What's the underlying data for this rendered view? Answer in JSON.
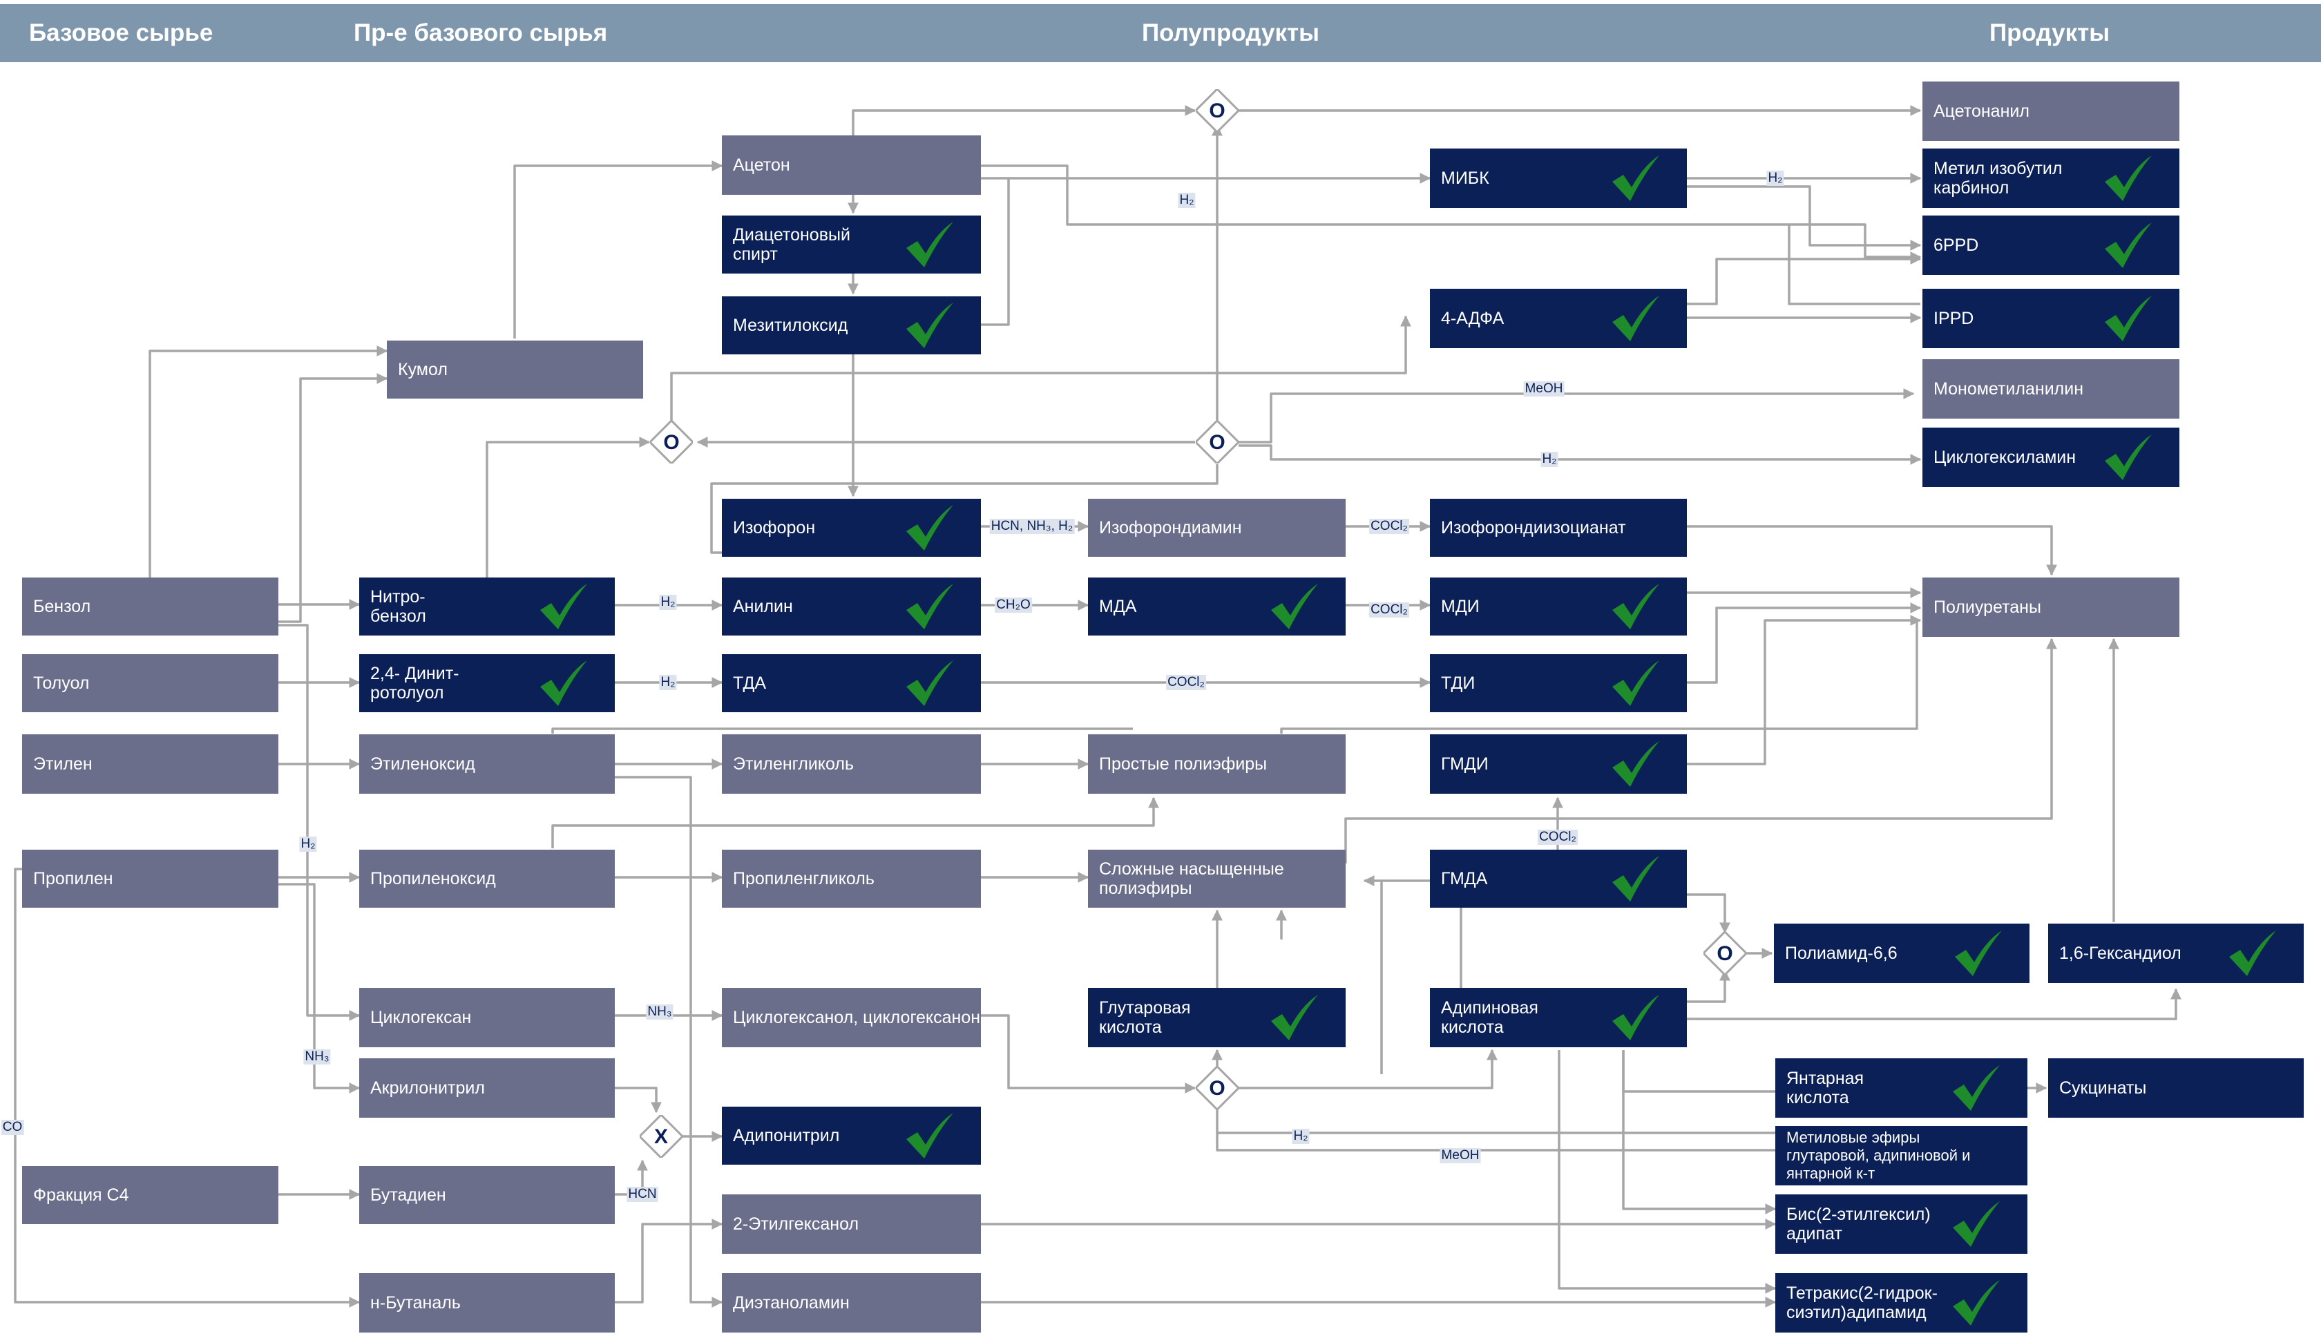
{
  "header": {
    "columns": [
      "Базовое сырье",
      "Пр-е базового сырья",
      "Полупродукты",
      "Продукты"
    ]
  },
  "colors": {
    "header_bg": "#7f97ad",
    "gray_node": "#6b6e8a",
    "navy_node": "#0b2057",
    "check": "#1e8c2a",
    "wire": "#a6a6a6"
  },
  "nodes": {
    "benzol": "Бензол",
    "toluol": "Толуол",
    "etilen": "Этилен",
    "propilen": "Пропилен",
    "frakciya_c4": "Фракция С4",
    "kumol": "Кумол",
    "nitrobenzol": "Нитро-\nбензол",
    "dinitrotoluol": "2,4- Динит-\nротолуол",
    "etilenoksid": "Этиленоксид",
    "propilenoksid": "Пропиленоксид",
    "ciklogeksan": "Циклогексан",
    "akrilonitril": "Акрилонитрил",
    "butadien": "Бутадиен",
    "n_butanal": "н-Бутаналь",
    "aceton": "Ацетон",
    "diacetonovyi_spirt": "Диацетоновый\nспирт",
    "mezitiloksid": "Мезитилоксид",
    "izoforon": "Изофорон",
    "anilin": "Анилин",
    "tda": "ТДА",
    "etilenglikol": "Этиленгликоль",
    "propilenglikol": "Пропиленгликоль",
    "ciklogeksanol": "Циклогексанол, циклогексанон",
    "adiponitril": "Адипонитрил",
    "etilgeksanol": "2-Этилгексанол",
    "dietanolamin": "Диэтаноламин",
    "izoforondiamin": "Изофорондиамин",
    "mda": "МДА",
    "prostye_poliefiry": "Простые полиэфиры",
    "slozhnye_poliefiry": "Сложные насыщенные\nполиэфиры",
    "glutarovaya": "Глутаровая\nкислота",
    "mibk": "МИБК",
    "adfa": "4-АДФА",
    "izoforondiizocianat": "Изофорондиизоцианат",
    "mdi": "МДИ",
    "tdi": "ТДИ",
    "gmdi": "ГМДИ",
    "gmda": "ГМДА",
    "adipinovaya": "Адипиновая\nкислота",
    "acetonanil": "Ацетонанил",
    "metil_izobutil_karbinol": "Метил изобутил\nкарбинол",
    "ppd6": "6PPD",
    "ippd": "IPPD",
    "monometilanilin": "Монометиланилин",
    "ciklogeksilamin": "Циклогексиламин",
    "poliuretany": "Полиуретаны",
    "poliamid": "Полиамид-6,6",
    "geksandiol": "1,6-Гександиол",
    "yantarnaya": "Янтарная\nкислота",
    "sukcinaty": "Сукцинаты",
    "metilovye_efiry": "Метиловые эфиры\nглутаровой, адипиновой и\nянтарной к-т",
    "bis_etilgeksil_adipat": "Бис(2-этилгексил)\nадипат",
    "tetrakis": "Тетракис(2-гидрок-\nсиэтил)адипамид"
  },
  "hubs": {
    "o_symbol": "O",
    "x_symbol": "X"
  },
  "edge_labels": {
    "h2": "H₂",
    "hcn_nh3_h2": "HCN, NH₃, H₂",
    "cocl2": "COCl₂",
    "ch2o": "CH₂O",
    "meoh": "MeOH",
    "nh3": "NH₃",
    "hcn": "HCN",
    "co": "CO"
  }
}
